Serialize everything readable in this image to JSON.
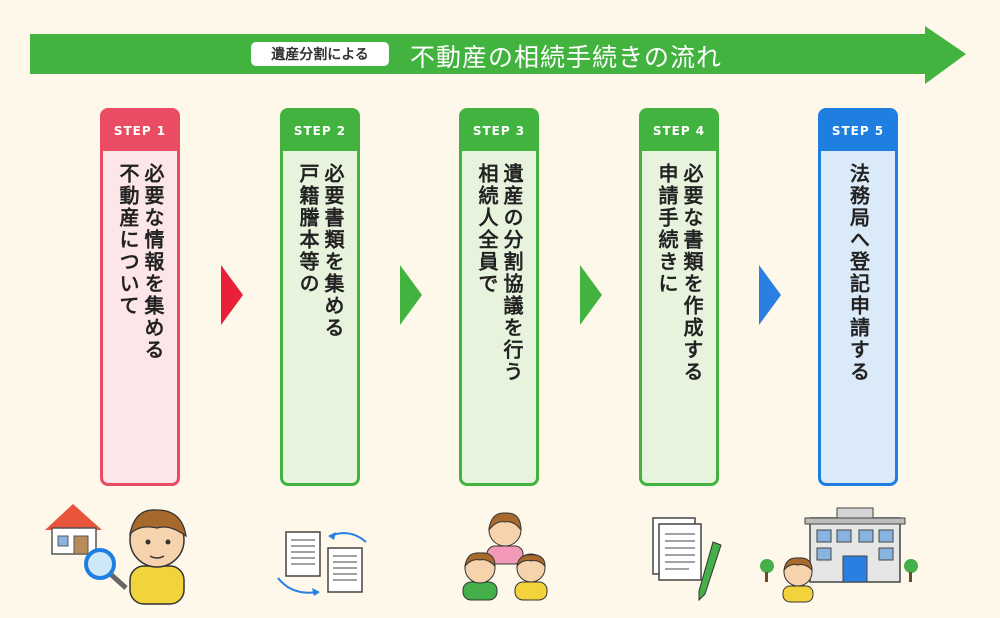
{
  "banner": {
    "tag": "遺産分割による",
    "title": "不動産の相続手続きの流れ",
    "color": "#43b340"
  },
  "steps": [
    {
      "label": "STEP 1",
      "lines": [
        "不動産について",
        "必要な情報を集める"
      ],
      "color": "#ea4d63",
      "bg": "#fce6e8"
    },
    {
      "label": "STEP 2",
      "lines": [
        "戸籍謄本等の",
        "必要書類を集める"
      ],
      "color": "#43b340",
      "bg": "#e8f3dd"
    },
    {
      "label": "STEP 3",
      "lines": [
        "相続人全員で",
        "遺産の分割協議を行う"
      ],
      "color": "#43b340",
      "bg": "#e8f3dd"
    },
    {
      "label": "STEP 4",
      "lines": [
        "申請手続きに",
        "必要な書類を作成する"
      ],
      "color": "#43b340",
      "bg": "#e8f3dd"
    },
    {
      "label": "STEP 5",
      "lines": [
        "法務局へ登記申請する"
      ],
      "color": "#1f7fe0",
      "bg": "#dbeaf8"
    }
  ],
  "arrow_colors": [
    "#e8203a",
    "#43b340",
    "#43b340",
    "#2a7fe0"
  ],
  "icons": [
    "house-magnifier-person-icon",
    "document-exchange-icon",
    "family-icon",
    "document-pen-icon",
    "legal-affairs-bureau-icon"
  ]
}
